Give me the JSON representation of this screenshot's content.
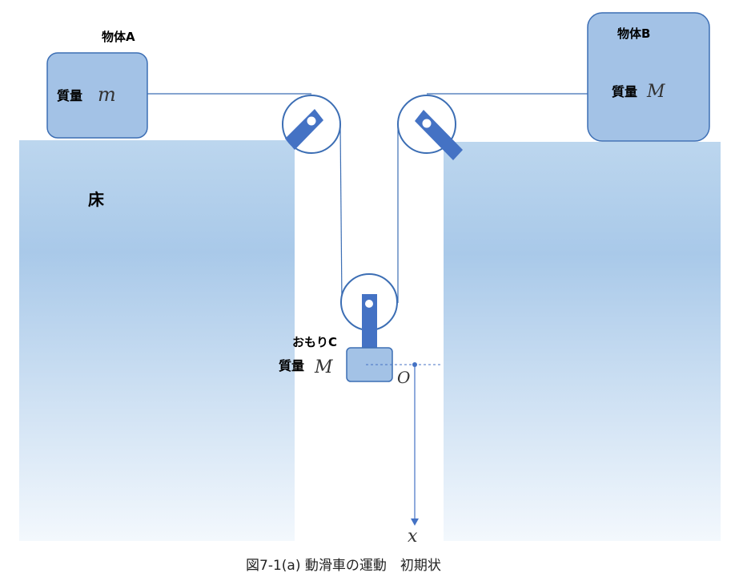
{
  "diagram": {
    "floor_label": "床",
    "object_a": {
      "title": "物体A",
      "mass_label": "質量",
      "mass_symbol": "m"
    },
    "object_b": {
      "title": "物体B",
      "mass_label": "質量",
      "mass_symbol": "M"
    },
    "weight_c": {
      "title": "おもりC",
      "mass_label": "質量",
      "mass_symbol": "M"
    },
    "origin_label": "O",
    "axis_label": "x",
    "caption": "図7-1(a) 動滑車の運動　初期状"
  },
  "colors": {
    "block_fill": "#a3c2e6",
    "block_stroke": "#3c6eb4",
    "pulley_bracket": "#4472c4",
    "rope": "#3c6eb4",
    "axis": "#4472c4",
    "floor_top": "#bcd6ee",
    "floor_mid": "#a9c9e9",
    "floor_bottom": "#f3f8fd"
  }
}
